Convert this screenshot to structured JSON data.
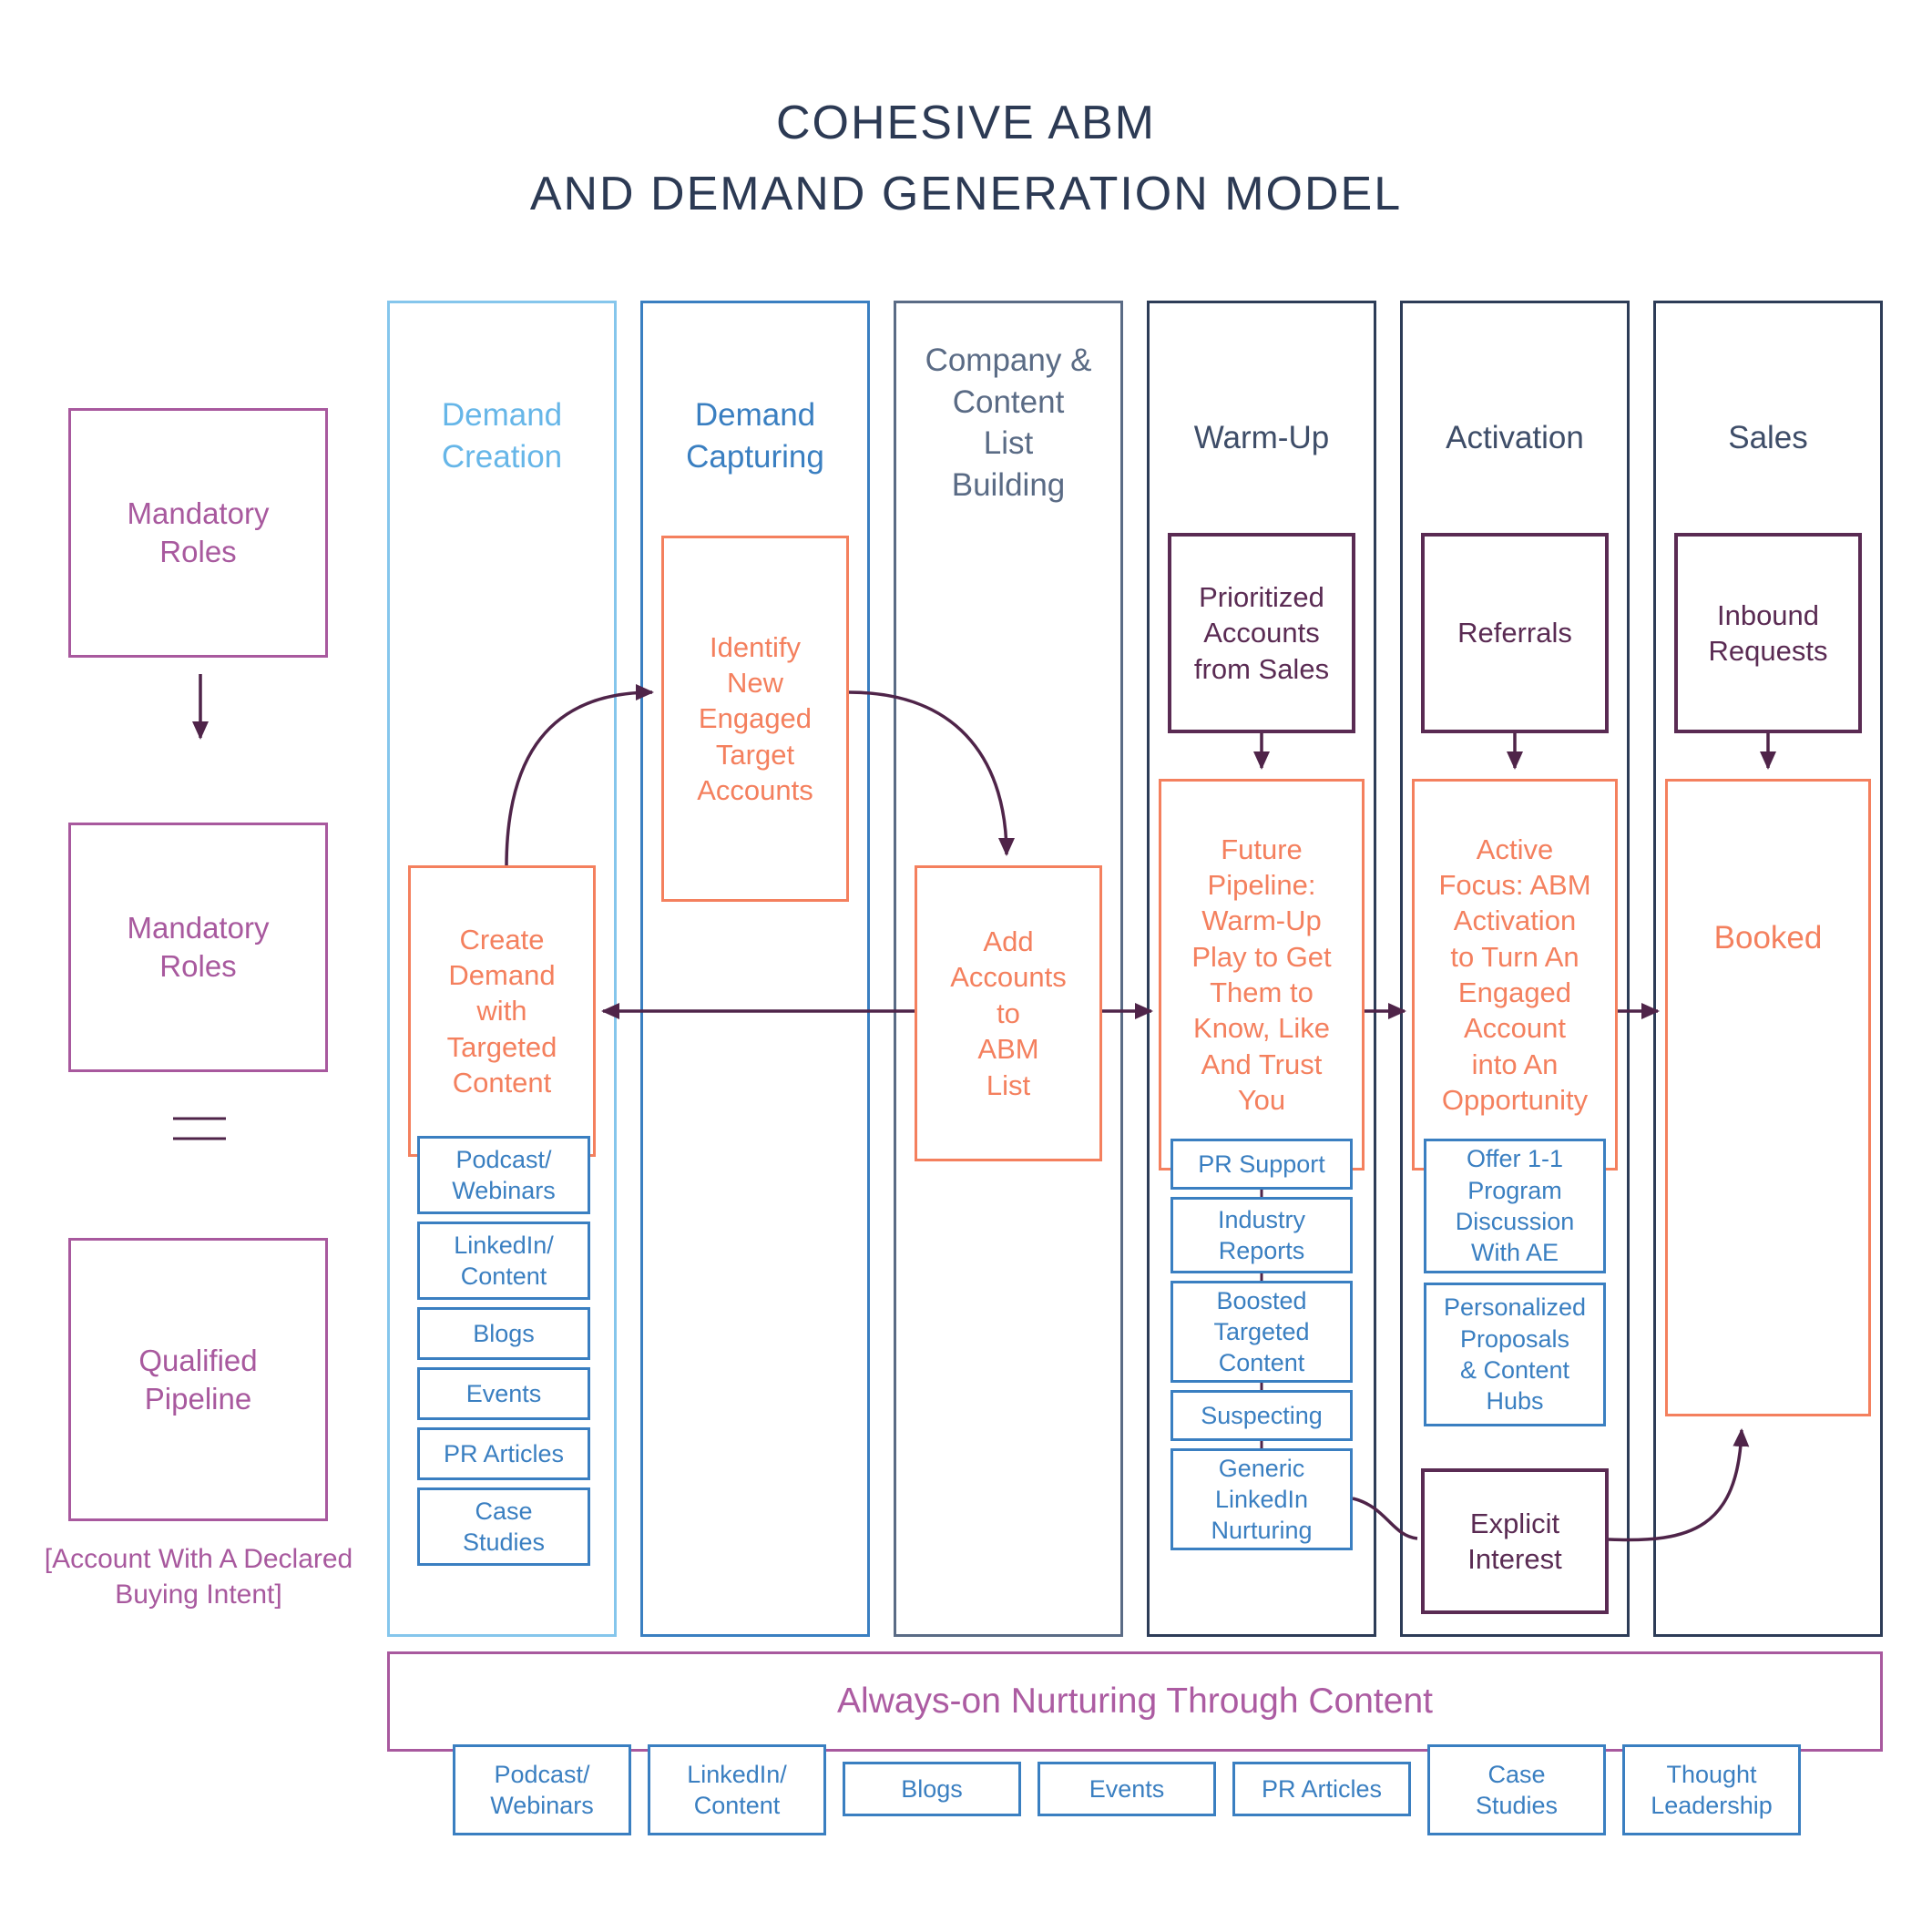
{
  "colors": {
    "title": "#2C3A54",
    "orange": "#F4805E",
    "blue": "#3A7FC1",
    "lightBlueBorder": "#85C6EC",
    "lightBlueText": "#66B6E8",
    "slate": "#5A6B85",
    "navyBorder": "#2D3C57",
    "navyText": "#3E4D68",
    "purple": "#A8599E",
    "magenta": "#AC5CA2",
    "plum": "#5A2B53",
    "arrow": "#4F2449"
  },
  "title": {
    "line1": "COHESIVE ABM",
    "line2": "AND DEMAND GENERATION MODEL"
  },
  "left_rail": {
    "mandatory_roles_1": "Mandatory\nRoles",
    "mandatory_roles_2": "Mandatory\nRoles",
    "qualified_pipeline": "Qualified\nPipeline",
    "caption": "[Account With A Declared\nBuying Intent]"
  },
  "columns": {
    "demand_creation": {
      "header": "Demand\nCreation",
      "create_demand": "Create\nDemand\nwith\nTargeted\nContent",
      "channels": [
        "Podcast/\nWebinars",
        "LinkedIn/\nContent",
        "Blogs",
        "Events",
        "PR Articles",
        "Case\nStudies"
      ]
    },
    "demand_capturing": {
      "header": "Demand\nCapturing",
      "identify": "Identify\nNew\nEngaged\nTarget\nAccounts"
    },
    "list_building": {
      "header": "Company &\nContent\nList\nBuilding",
      "add_accounts": "Add\nAccounts\nto\nABM\nList"
    },
    "warm_up": {
      "header": "Warm-Up",
      "prioritized": "Prioritized\nAccounts\nfrom Sales",
      "future_pipeline": "Future\nPipeline:\nWarm-Up\nPlay to Get\nThem to\nKnow, Like\nAnd Trust\nYou",
      "channels": [
        "PR Support",
        "Industry\nReports",
        "Boosted\nTargeted\nContent",
        "Suspecting",
        "Generic\nLinkedIn\nNurturing"
      ]
    },
    "activation": {
      "header": "Activation",
      "referrals": "Referrals",
      "active_focus": "Active\nFocus: ABM\nActivation\nto Turn An\nEngaged\nAccount\ninto An\nOpportunity",
      "channels": [
        "Offer 1-1\nProgram\nDiscussion\nWith AE",
        "Personalized\nProposals\n& Content\nHubs"
      ],
      "explicit_interest": "Explicit\nInterest"
    },
    "sales": {
      "header": "Sales",
      "inbound": "Inbound\nRequests",
      "booked": "Booked"
    }
  },
  "nurturing_bar": {
    "label": "Always-on Nurturing Through Content",
    "channels": [
      "Podcast/\nWebinars",
      "LinkedIn/\nContent",
      "Blogs",
      "Events",
      "PR Articles",
      "Case\nStudies",
      "Thought\nLeadership"
    ]
  }
}
